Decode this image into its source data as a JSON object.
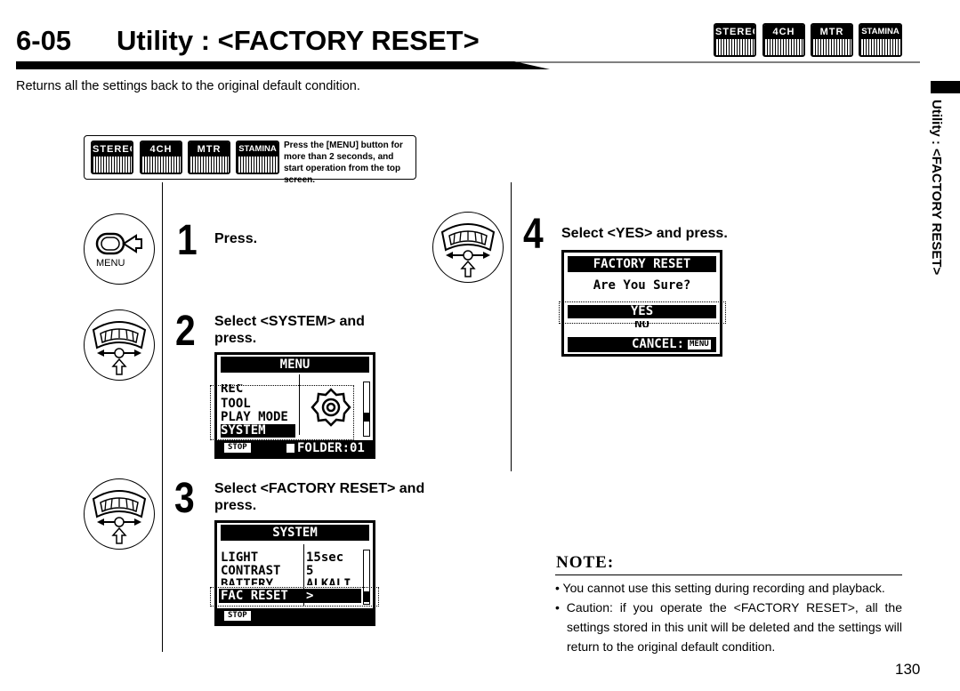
{
  "header": {
    "section_number": "6-05",
    "title": "Utility : <FACTORY RESET>",
    "subtitle": "Returns all the settings back to the original default condition.",
    "modes": [
      "STEREO",
      "4CH",
      "MTR",
      "STAMINA"
    ]
  },
  "side_tab": {
    "label": "Utility : <FACTORY RESET>"
  },
  "info_box": {
    "modes": [
      "STEREO",
      "4CH",
      "MTR",
      "STAMINA"
    ],
    "text": "Press the [MENU] button for more than 2 seconds, and start operation from the top screen."
  },
  "menu_button": {
    "label": "MENU"
  },
  "steps": [
    {
      "number": "1",
      "text": "Press."
    },
    {
      "number": "2",
      "text": "Select <SYSTEM> and press."
    },
    {
      "number": "3",
      "text": "Select <FACTORY RESET> and press."
    },
    {
      "number": "4",
      "text": "Select <YES> and press."
    }
  ],
  "lcd_menu": {
    "header": "MENU",
    "items": [
      "REC",
      "TOOL",
      "PLAY MODE",
      "SYSTEM"
    ],
    "selected": "SYSTEM",
    "footer_left": "STOP",
    "footer_right": "FOLDER:01"
  },
  "lcd_system": {
    "header": "SYSTEM",
    "rows": [
      {
        "label": "LIGHT",
        "value": "15sec"
      },
      {
        "label": "CONTRAST",
        "value": "5"
      },
      {
        "label": "BATTERY",
        "value": "ALKALI"
      },
      {
        "label": "FAC RESET",
        "value": ">"
      }
    ],
    "footer_left": "STOP"
  },
  "lcd_confirm": {
    "header": "FACTORY RESET",
    "question": "Are You Sure?",
    "yes": "YES",
    "no": "NO",
    "cancel": "CANCEL:",
    "cancel_key": "MENU"
  },
  "note": {
    "title": "NOTE:",
    "items": [
      "• You cannot use this setting during recording and playback.",
      "• Caution: if you operate the <FACTORY RESET>, all the settings stored in this unit will be deleted and the settings will return to the original default condition."
    ]
  },
  "page_number": "130"
}
